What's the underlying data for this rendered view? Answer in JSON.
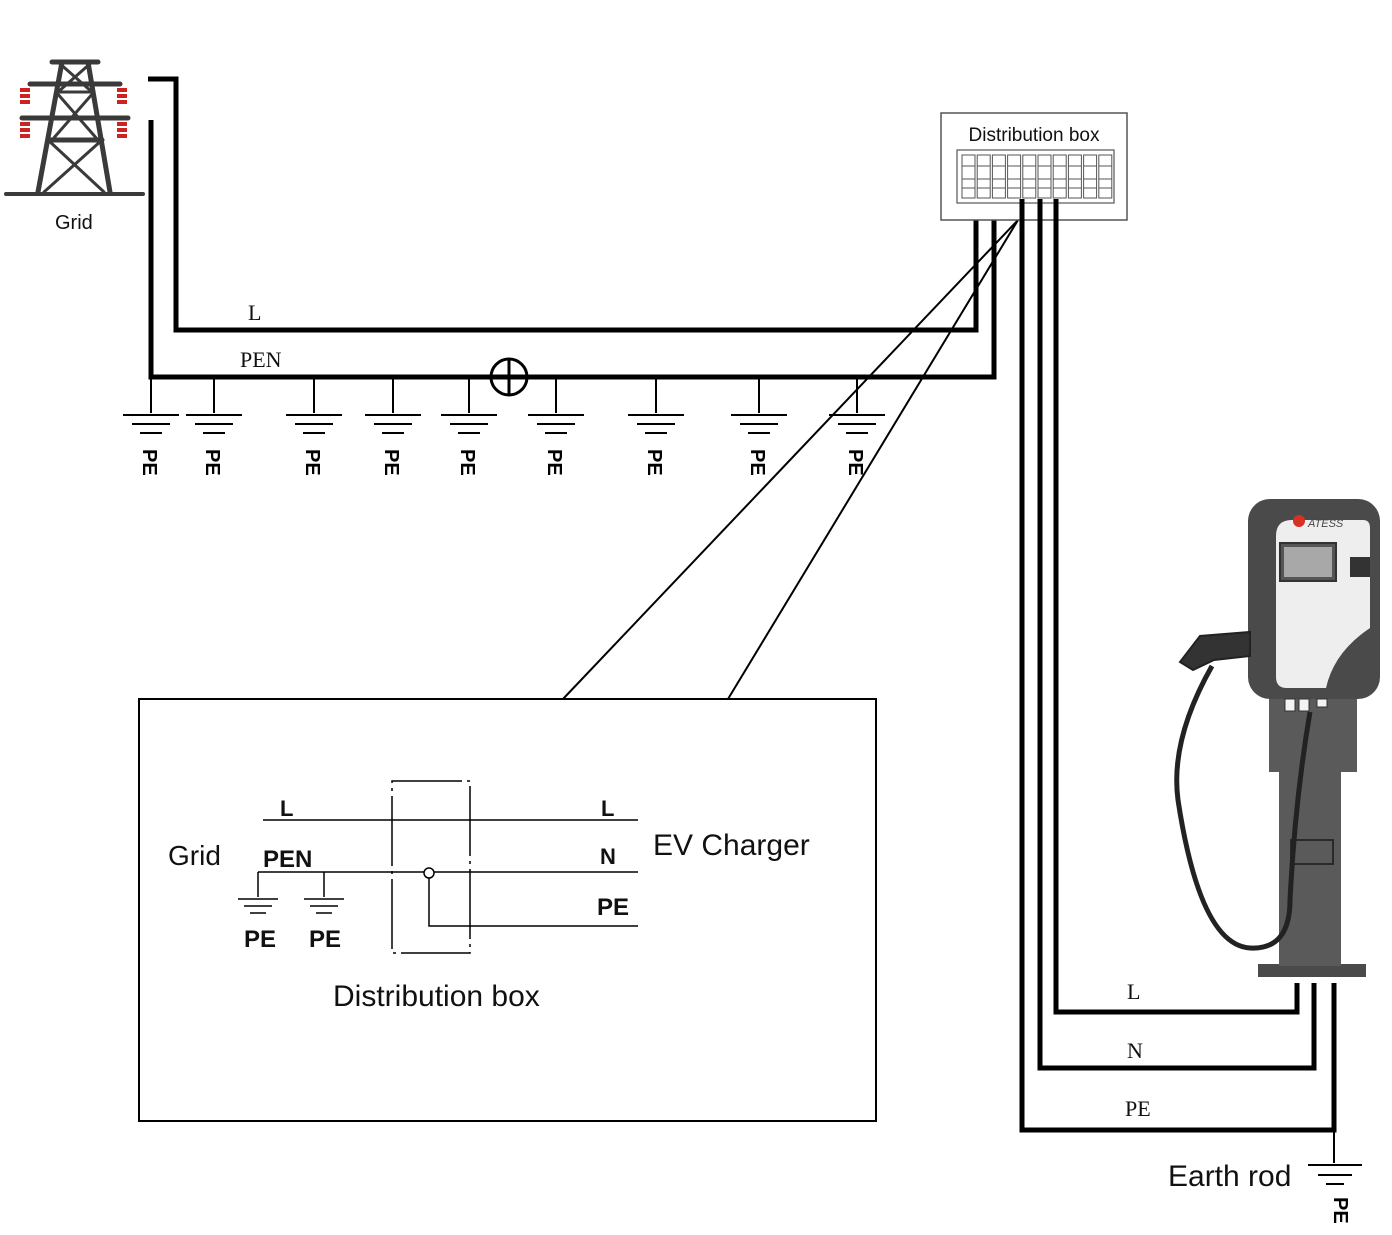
{
  "grid_label": "Grid",
  "main_wires": {
    "line": "L",
    "pen": "PEN"
  },
  "pe_label": "PE",
  "pe_ground_count": 9,
  "distribution_box_label": "Distribution box",
  "charger_brand": "ATESS",
  "charger_wires": {
    "line": "L",
    "neutral": "N",
    "pe": "PE"
  },
  "earth_rod_label": "Earth rod",
  "earth_rod_pe": "PE",
  "inset": {
    "grid_label": "Grid",
    "left_line": "L",
    "left_pen": "PEN",
    "left_pe_1": "PE",
    "left_pe_2": "PE",
    "right_line": "L",
    "right_neutral": "N",
    "right_pe": "PE",
    "ev_charger_label": "EV Charger",
    "distribution_box_label": "Distribution box"
  },
  "colors": {
    "wire": "#000000",
    "insulator": "#cc2222",
    "charger_body": "#5a5a5a",
    "charger_face": "#eeeeee",
    "brand": "#d93025"
  }
}
